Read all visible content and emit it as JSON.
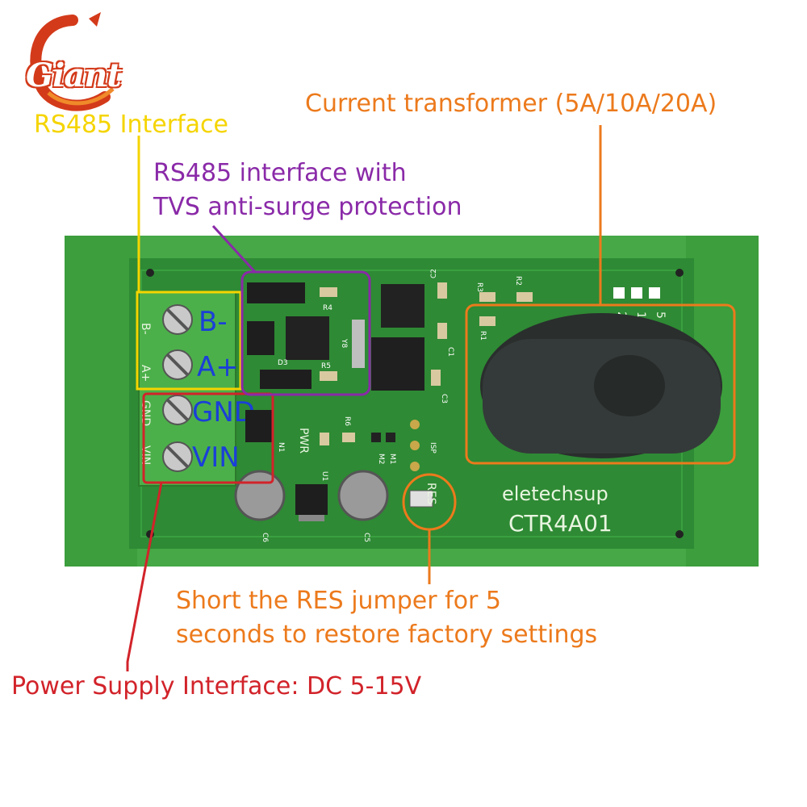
{
  "logo": {
    "text": "Giant"
  },
  "callouts": {
    "rs485_interface": "RS485  Interface",
    "tvs_line1": "RS485 interface with",
    "tvs_line2": "TVS anti-surge protection",
    "ct": "Current transformer (5A/10A/20A)",
    "res_line1": "Short the RES jumper for 5",
    "res_line2": "seconds to restore factory settings",
    "power": "Power Supply Interface: DC 5-15V"
  },
  "board": {
    "brand": "eletechsup",
    "model": "CTR4A01",
    "res_label": "RES",
    "pwr_label": "PWR",
    "isp_label": "ISP",
    "terminals": [
      "B-",
      "A+",
      "GND",
      "VIN"
    ],
    "side_silk": [
      "B-",
      "A+",
      "GND",
      "VIN"
    ],
    "dip_labels": [
      "5",
      "10",
      "20"
    ],
    "components": {
      "c1": "C1",
      "c2": "C2",
      "c3": "C3",
      "c5": "C5",
      "c6": "C6",
      "r1": "R1",
      "r2": "R2",
      "r3": "R3",
      "r4": "R4",
      "r5": "R5",
      "r6": "R6",
      "d3": "D3",
      "y8": "Y8",
      "m1": "M1",
      "m2": "M2",
      "n1": "N1",
      "u1": "U1"
    }
  },
  "colors": {
    "yellow": "#f5d400",
    "purple": "#8a2aa8",
    "orange": "#ec7a1c",
    "red": "#d2232a",
    "pcb_green": "#2e8a34",
    "rail_green": "#3a9a3c",
    "terminal_green": "#4cb04a",
    "label_blue": "#1a3fd8"
  }
}
